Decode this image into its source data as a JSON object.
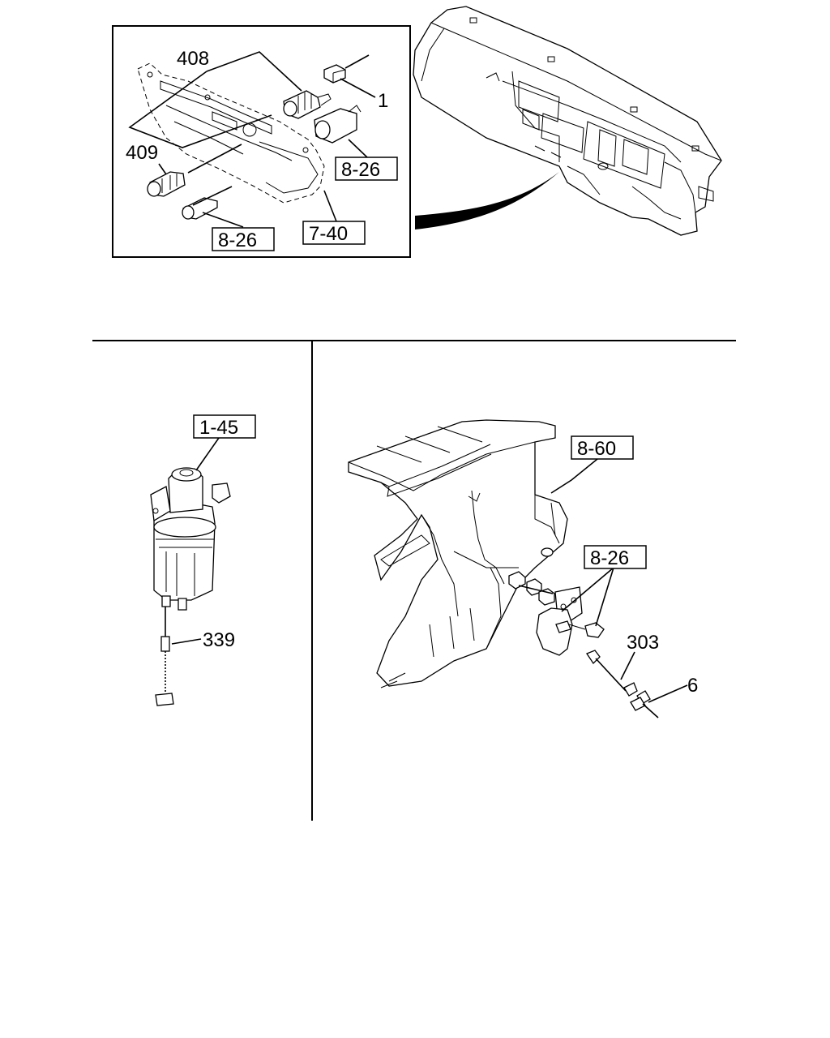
{
  "labels": {
    "p408": "408",
    "p1": "1",
    "p409": "409",
    "ref_8_26_a": "8-26",
    "ref_8_26_b": "8-26",
    "ref_7_40": "7-40",
    "ref_1_45": "1-45",
    "p339": "339",
    "ref_8_60": "8-60",
    "ref_8_26_c": "8-26",
    "p303": "303",
    "p6": "6"
  }
}
